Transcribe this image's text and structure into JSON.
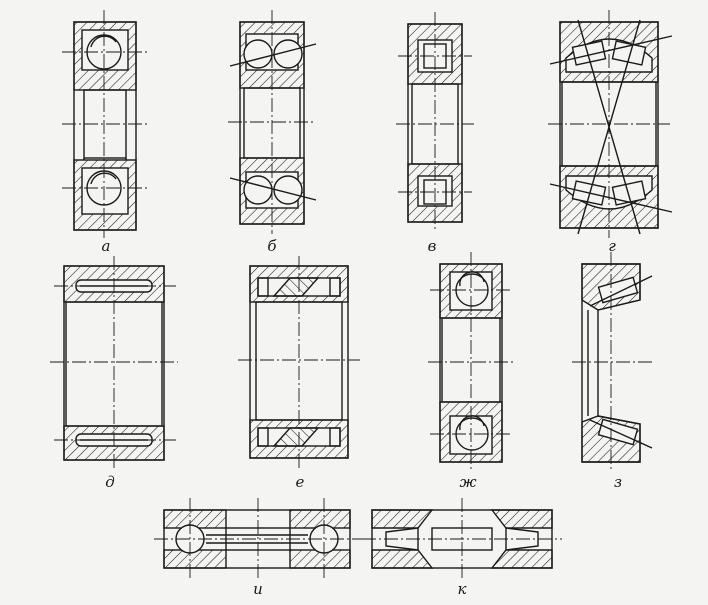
{
  "figure": {
    "background": "#f4f4f2",
    "ink": "#1a1a1a",
    "labels": {
      "a": "а",
      "b": "б",
      "v": "в",
      "g": "г",
      "d": "д",
      "e": "е",
      "zh": "ж",
      "z": "з",
      "i": "и",
      "k": "к"
    }
  }
}
